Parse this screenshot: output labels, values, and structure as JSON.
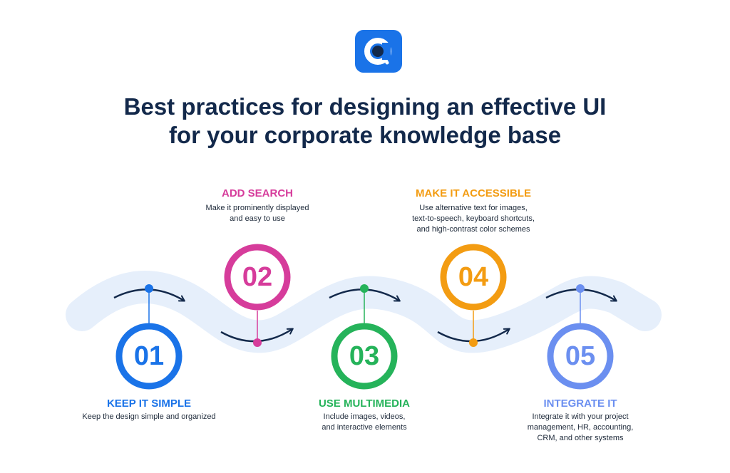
{
  "logo": {
    "letter": "C",
    "mark": "®"
  },
  "title": {
    "line1": "Best practices for designing an effective UI",
    "line2": "for your corporate knowledge base"
  },
  "steps": [
    {
      "number": "01",
      "heading": "KEEP IT SIMPLE",
      "desc": [
        "Keep the design simple and organized"
      ],
      "color": "#1a73e8"
    },
    {
      "number": "02",
      "heading": "ADD SEARCH",
      "desc": [
        "Make it prominently displayed",
        "and easy to use"
      ],
      "color": "#d63c9b"
    },
    {
      "number": "03",
      "heading": "USE MULTIMEDIA",
      "desc": [
        "Include images, videos,",
        "and interactive elements"
      ],
      "color": "#25b35a"
    },
    {
      "number": "04",
      "heading": "MAKE IT ACCESSIBLE",
      "desc": [
        "Use alternative text for images,",
        "text-to-speech, keyboard shortcuts,",
        "and high-contrast color schemes"
      ],
      "color": "#f39c12"
    },
    {
      "number": "05",
      "heading": "INTEGRATE IT",
      "desc": [
        "Integrate it with your project",
        "management, HR, accounting,",
        "CRM, and other systems"
      ],
      "color": "#6b8ff0"
    }
  ],
  "colors": {
    "title": "#13294b",
    "wave": "#e6effb",
    "arrow": "#13294b"
  }
}
